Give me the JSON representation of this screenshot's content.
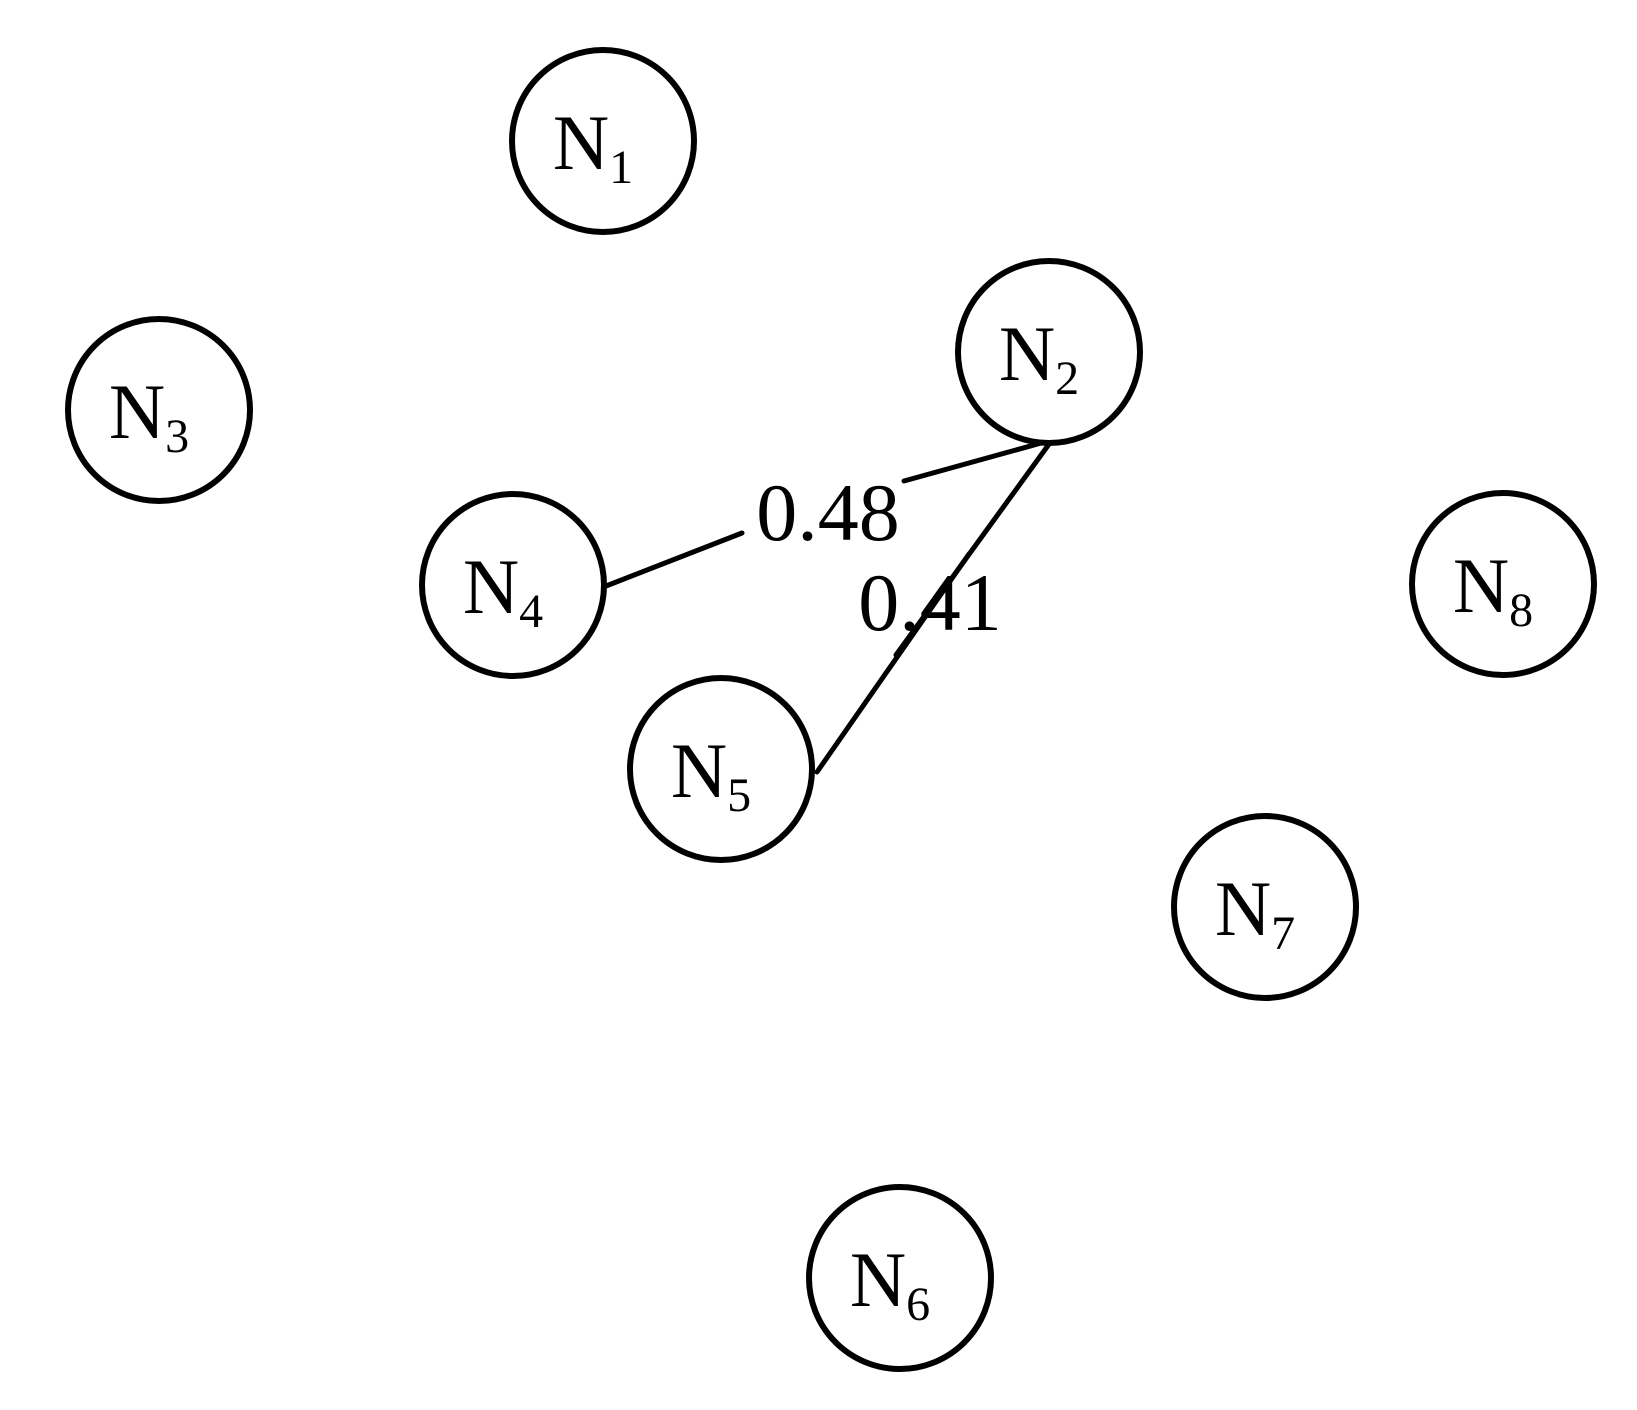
{
  "nodes": [
    {
      "id": "N1",
      "letter": "N",
      "index": "1"
    },
    {
      "id": "N2",
      "letter": "N",
      "index": "2"
    },
    {
      "id": "N3",
      "letter": "N",
      "index": "3"
    },
    {
      "id": "N4",
      "letter": "N",
      "index": "4"
    },
    {
      "id": "N5",
      "letter": "N",
      "index": "5"
    },
    {
      "id": "N6",
      "letter": "N",
      "index": "6"
    },
    {
      "id": "N7",
      "letter": "N",
      "index": "7"
    },
    {
      "id": "N8",
      "letter": "N",
      "index": "8"
    }
  ],
  "edges": [
    {
      "from": "N4",
      "to": "N2",
      "weight": "0.48"
    },
    {
      "from": "N5",
      "to": "N2",
      "weight": "0.41"
    }
  ]
}
